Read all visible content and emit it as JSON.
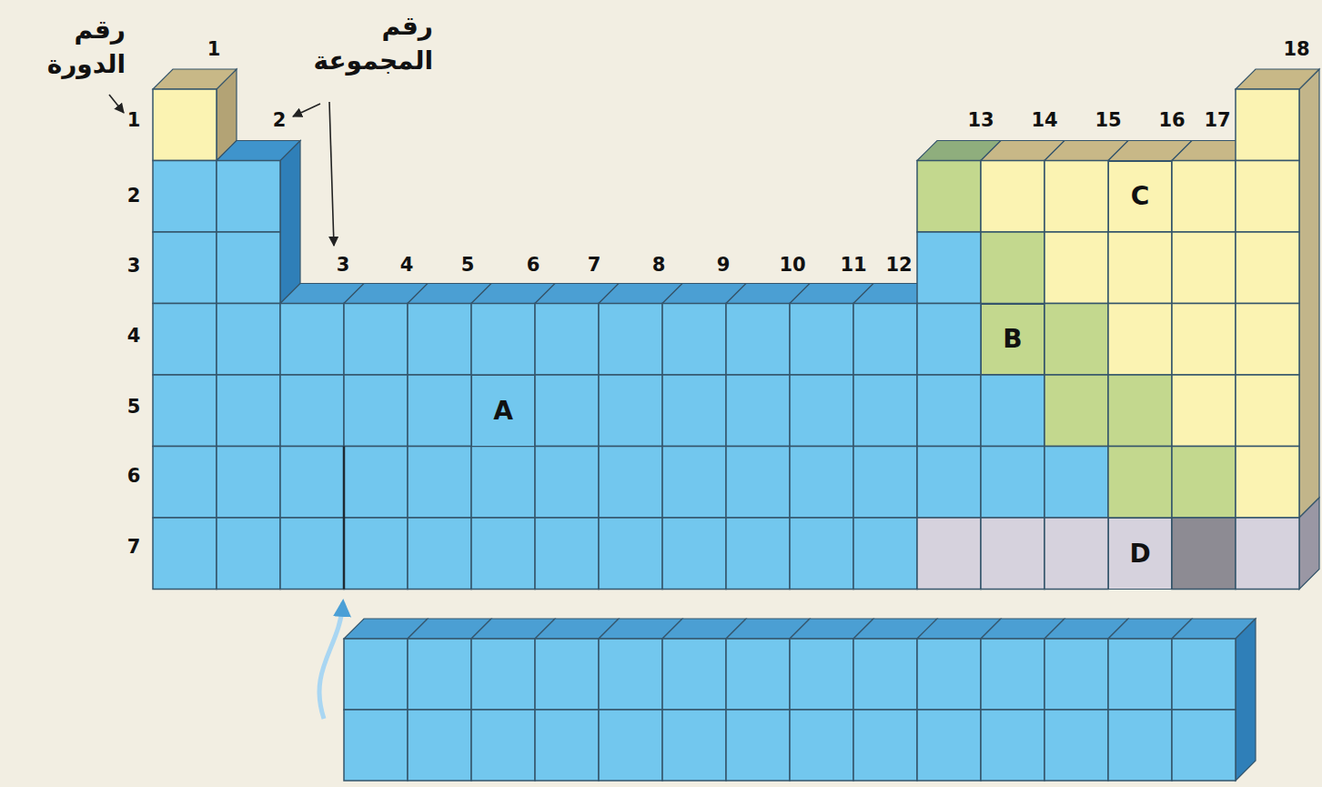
{
  "diagram": {
    "nodes": [
      {
        "text": [
          "C"
        ]
      },
      {
        "text": [
          "B"
        ]
      },
      {
        "text": [
          "A"
        ]
      },
      {
        "text": [
          "D"
        ]
      }
    ],
    "labels": [
      "رقم الدورة",
      "1",
      "رقم المجموعة",
      "18",
      "1",
      "2",
      "13",
      "14",
      "15",
      "16",
      "17",
      "2",
      "3",
      "4",
      "5",
      "6",
      "7",
      "8",
      "9",
      "10",
      "11",
      "12",
      "3",
      "4",
      "5",
      "6",
      "7"
    ]
  }
}
